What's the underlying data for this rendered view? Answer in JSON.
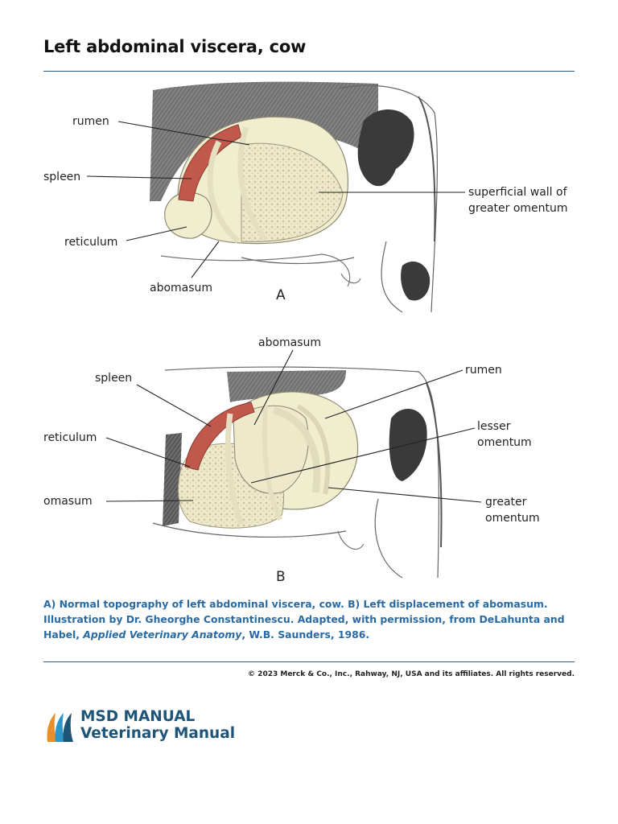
{
  "page_title": "Left abdominal viscera, cow",
  "panel_a": {
    "letter": "A",
    "labels": {
      "rumen": "rumen",
      "spleen": "spleen",
      "reticulum": "reticulum",
      "abomasum": "abomasum",
      "omentum_line1": "superficial wall of",
      "omentum_line2": "greater omentum"
    }
  },
  "panel_b": {
    "letter": "B",
    "labels": {
      "abomasum": "abomasum",
      "rumen": "rumen",
      "spleen": "spleen",
      "reticulum": "reticulum",
      "lesser_line1": "lesser",
      "lesser_line2": "omentum",
      "omasum": "omasum",
      "greater_line1": "greater",
      "greater_line2": "omentum"
    }
  },
  "caption": {
    "text": "A) Normal topography of left abdominal viscera, cow. B) Left displacement of abomasum. Illustration by Dr. Gheorghe Constantinescu. Adapted, with permission, from DeLahunta and Habel, ",
    "italic": "Applied Veterinary Anatomy",
    "tail": ", W.B. Saunders, 1986."
  },
  "copyright": "© 2023 Merck & Co., Inc., Rahway, NJ, USA and its affiliates. All rights reserved.",
  "brand": {
    "line1": "MSD MANUAL",
    "line2": "Veterinary Manual",
    "colors": [
      "#e8912c",
      "#2f97c8",
      "#1f5479"
    ]
  },
  "colors": {
    "rule": "#2e5c7e",
    "caption": "#2a6aa3",
    "spleen": "#c0594b",
    "viscera": "#f1eed0",
    "omentum": "#e6e0c2"
  }
}
